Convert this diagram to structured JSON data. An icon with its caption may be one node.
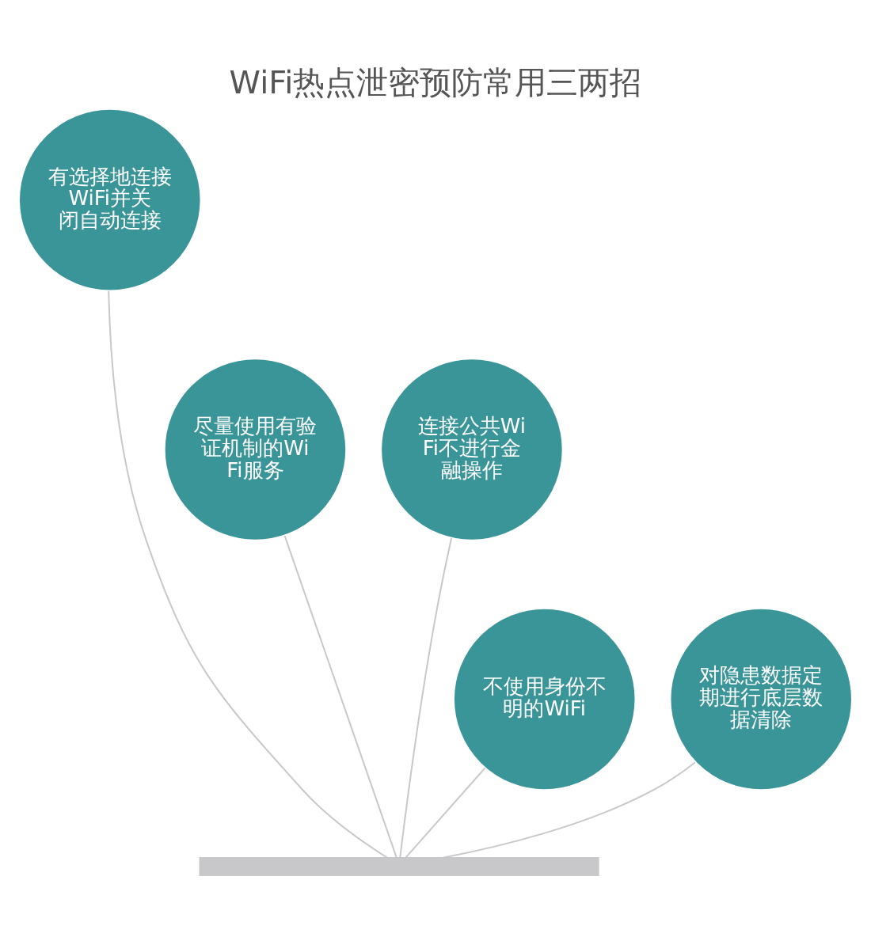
{
  "diagram": {
    "title": "WiFi热点泄密预防常用三两招",
    "nodes": [
      {
        "text": [
          "有选择地连接WiFi并关闭自动连接"
        ]
      },
      {
        "text": [
          "尽量使用有验证机制的WiFi服务"
        ]
      },
      {
        "text": [
          "连接公共WiFi不进行金融操作"
        ]
      },
      {
        "text": [
          "不使用身份不明的WiFi"
        ]
      },
      {
        "text": [
          "对隐患数据定期进行底层数据清除"
        ]
      },
      {
        "text": [],
        "shape": "bar"
      }
    ],
    "edges": [
      {
        "from": 5,
        "to": 0,
        "arrow": "none"
      },
      {
        "from": 5,
        "to": 1,
        "arrow": "none"
      },
      {
        "from": 5,
        "to": 2,
        "arrow": "none"
      },
      {
        "from": 5,
        "to": 3,
        "arrow": "none"
      },
      {
        "from": 5,
        "to": 4,
        "arrow": "none"
      }
    ]
  }
}
